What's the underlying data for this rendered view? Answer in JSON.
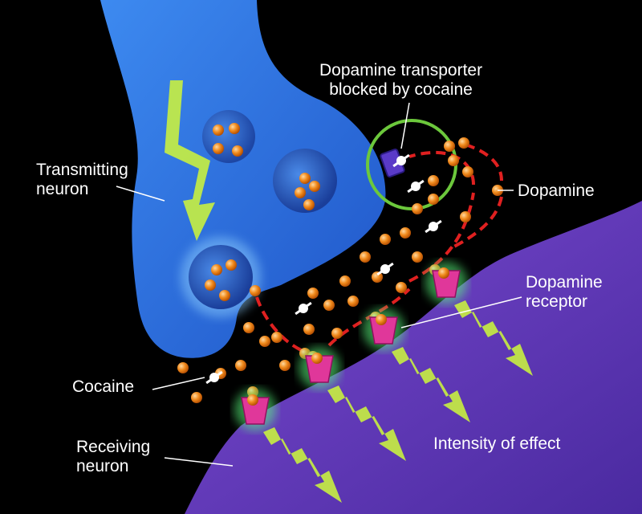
{
  "labels": {
    "transporter": "Dopamine transporter\nblocked by cocaine",
    "transmitting": "Transmitting\nneuron",
    "dopamine": "Dopamine",
    "receptor": "Dopamine\nreceptor",
    "cocaine": "Cocaine",
    "receiving": "Receiving\nneuron",
    "intensity": "Intensity of effect"
  },
  "colors": {
    "background": "#000000",
    "transmitting_neuron": "#2a6fe0",
    "receiving_neuron": "#6a3fc0",
    "dopamine": "#f08a1c",
    "receptor": "#e0379a",
    "signal": "#c8f040",
    "transport_arrow": "#e02020",
    "transporter_ring": "#6cc83c"
  }
}
